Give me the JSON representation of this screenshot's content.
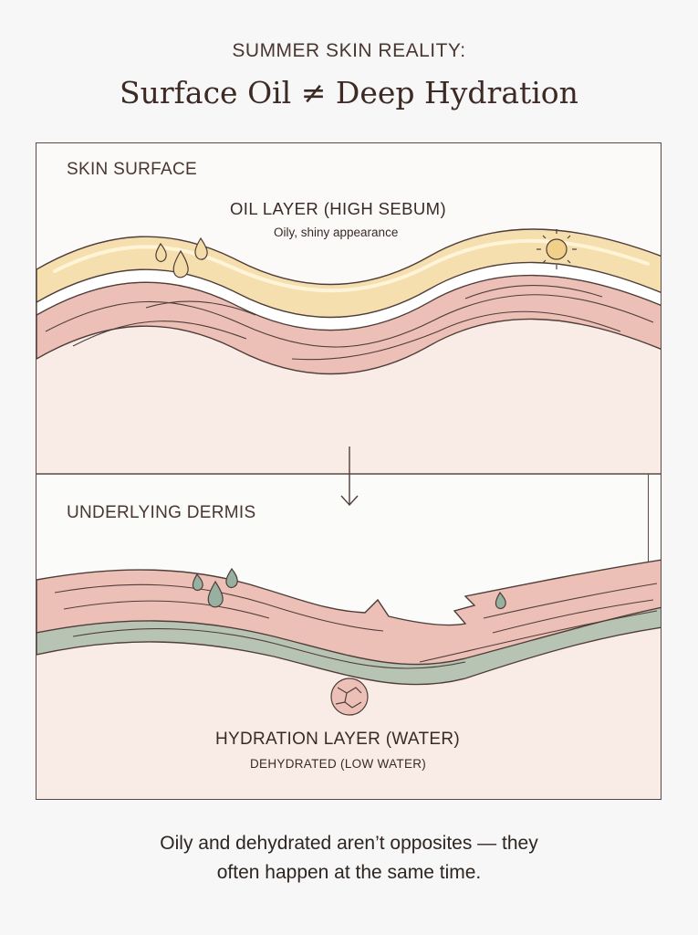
{
  "header": {
    "kicker": "SUMMER SKIN REALITY:",
    "title": "Surface Oil ≠ Deep Hydration"
  },
  "panel_top": {
    "section_label": "SKIN SURFACE",
    "layer_title": "OIL LAYER (HIGH SEBUM)",
    "layer_subtitle": "Oily, shiny appearance"
  },
  "panel_bottom": {
    "section_label": "UNDERLYING DERMIS",
    "layer_title": "HYDRATION LAYER (WATER)",
    "layer_subtitle": "DEHYDRATED (LOW WATER)"
  },
  "caption": {
    "line1": "Oily and dehydrated aren’t opposites — they",
    "line2": "often happen at the same time."
  },
  "colors": {
    "oil": "#f6dfae",
    "dermis_pink": "#ecc0b6",
    "lower_skin": "#f9ece7",
    "water_green": "#b8c4b3",
    "outline": "#4f3d39",
    "droplet_green": "#98b0a0",
    "droplet_yellow": "#f4dca8",
    "sun": "#f1d18a"
  },
  "icons": [
    "oil-droplet-icon",
    "sun-icon",
    "water-droplet-icon",
    "cracked-cell-icon",
    "arrow-down-icon"
  ]
}
